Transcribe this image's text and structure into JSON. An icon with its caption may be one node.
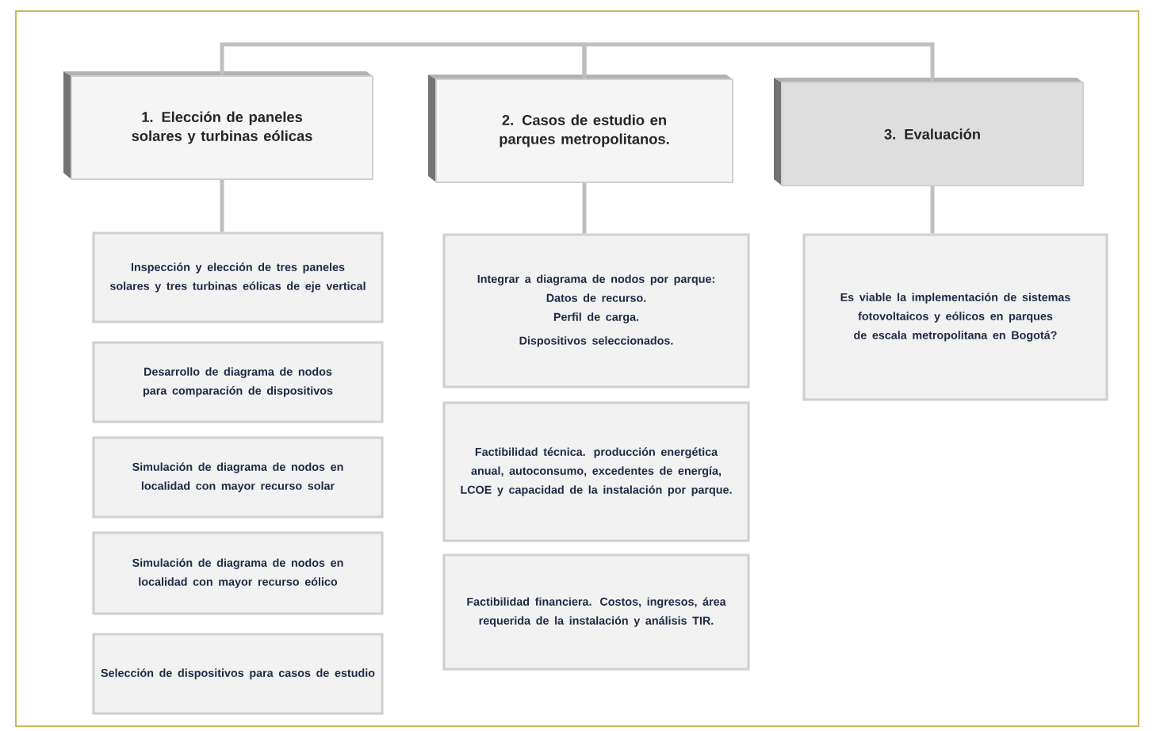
{
  "diagram": {
    "nodes": [
      {
        "text": [
          "1. Elección de paneles solares y turbinas eólicas"
        ]
      },
      {
        "text": [
          "2. Casos de estudio en parques metropolitanos."
        ]
      },
      {
        "text": [
          "3. Evaluación"
        ]
      },
      {
        "text": [
          "Inspección y elección de tres paneles solares y tres turbinas eólicas de eje vertical"
        ]
      },
      {
        "text": [
          "Desarrollo de diagrama de nodos para comparación de dispositivos"
        ]
      },
      {
        "text": [
          "Simulación de diagrama de nodos en localidad con mayor recurso solar"
        ]
      },
      {
        "text": [
          "Simulación de diagrama de nodos en localidad con mayor recurso eólico"
        ]
      },
      {
        "text": [
          "Selección de dispositivos  para casos de estudio"
        ]
      },
      {
        "text": [
          "Integrar a diagrama de nodos por parque:",
          "Datos de recurso.",
          "Perfil de carga.",
          "Dispositivos seleccionados."
        ]
      },
      {
        "text": [
          "Factibilidad técnica. producción energética anual, autoconsumo, excedentes de energía, LCOE y capacidad de la instalación por parque."
        ]
      },
      {
        "text": [
          "Factibilidad financiera.  Costos, ingresos, área requerida de la instalación y análisis TIR."
        ]
      },
      {
        "text": [
          "Es viable la implementación de sistemas fotovoltaicos y eólicos en parques de escala metropolitana en  Bogotá?"
        ]
      }
    ],
    "edges": [
      {
        "from": 0,
        "to": 1,
        "arrow": "none"
      },
      {
        "from": 1,
        "to": 2,
        "arrow": "none"
      },
      {
        "from": 0,
        "to": 3,
        "arrow": "none"
      },
      {
        "from": 1,
        "to": 8,
        "arrow": "none"
      },
      {
        "from": 2,
        "to": 11,
        "arrow": "none"
      }
    ]
  }
}
